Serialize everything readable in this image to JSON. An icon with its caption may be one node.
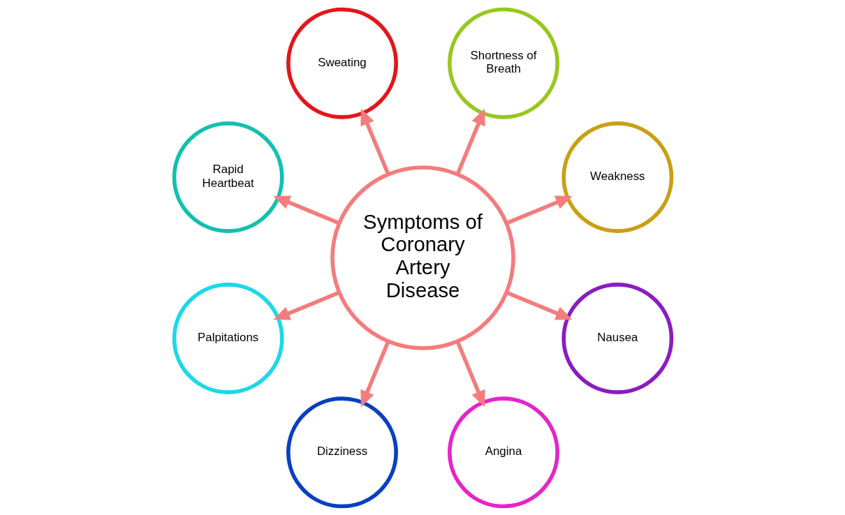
{
  "diagram": {
    "nodes": [
      {
        "text": [
          "Symptoms of Coronary Artery Disease"
        ]
      },
      {
        "text": [
          "Weakness"
        ]
      },
      {
        "text": [
          "Shortness of Breath"
        ]
      },
      {
        "text": [
          "Sweating"
        ]
      },
      {
        "text": [
          "Rapid Heartbeat"
        ]
      },
      {
        "text": [
          "Palpitations"
        ]
      },
      {
        "text": [
          "Dizziness"
        ]
      },
      {
        "text": [
          "Angina"
        ]
      },
      {
        "text": [
          "Nausea"
        ]
      }
    ],
    "edges": [
      {
        "from": 0,
        "to": 1,
        "arrow": "to"
      },
      {
        "from": 0,
        "to": 2,
        "arrow": "to"
      },
      {
        "from": 0,
        "to": 3,
        "arrow": "to"
      },
      {
        "from": 0,
        "to": 4,
        "arrow": "to"
      },
      {
        "from": 0,
        "to": 5,
        "arrow": "to"
      },
      {
        "from": 0,
        "to": 6,
        "arrow": "to"
      },
      {
        "from": 0,
        "to": 7,
        "arrow": "to"
      },
      {
        "from": 0,
        "to": 8,
        "arrow": "to"
      }
    ]
  }
}
